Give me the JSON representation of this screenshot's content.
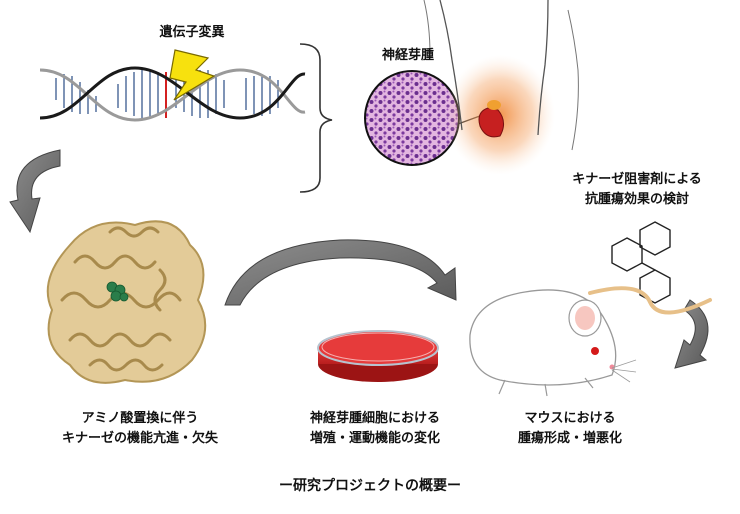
{
  "labels": {
    "mutation": "遺伝子変異",
    "neuroblastoma": "神経芽腫",
    "inhibitor_line1": "キナーゼ阻害剤による",
    "inhibitor_line2": "抗腫瘍効果の検討",
    "protein_line1": "アミノ酸置換に伴う",
    "protein_line2": "キナーゼの機能亢進・欠失",
    "cells_line1": "神経芽腫細胞における",
    "cells_line2": "増殖・運動機能の変化",
    "mouse_line1": "マウスにおける",
    "mouse_line2": "腫瘍形成・増悪化",
    "caption": "ー研究プロジェクトの概要ー"
  },
  "icons": [
    "lightning-icon",
    "dna-icon",
    "chemical-structure-icon",
    "mouse-icon",
    "petri-dish-icon",
    "protein-structure-icon"
  ]
}
